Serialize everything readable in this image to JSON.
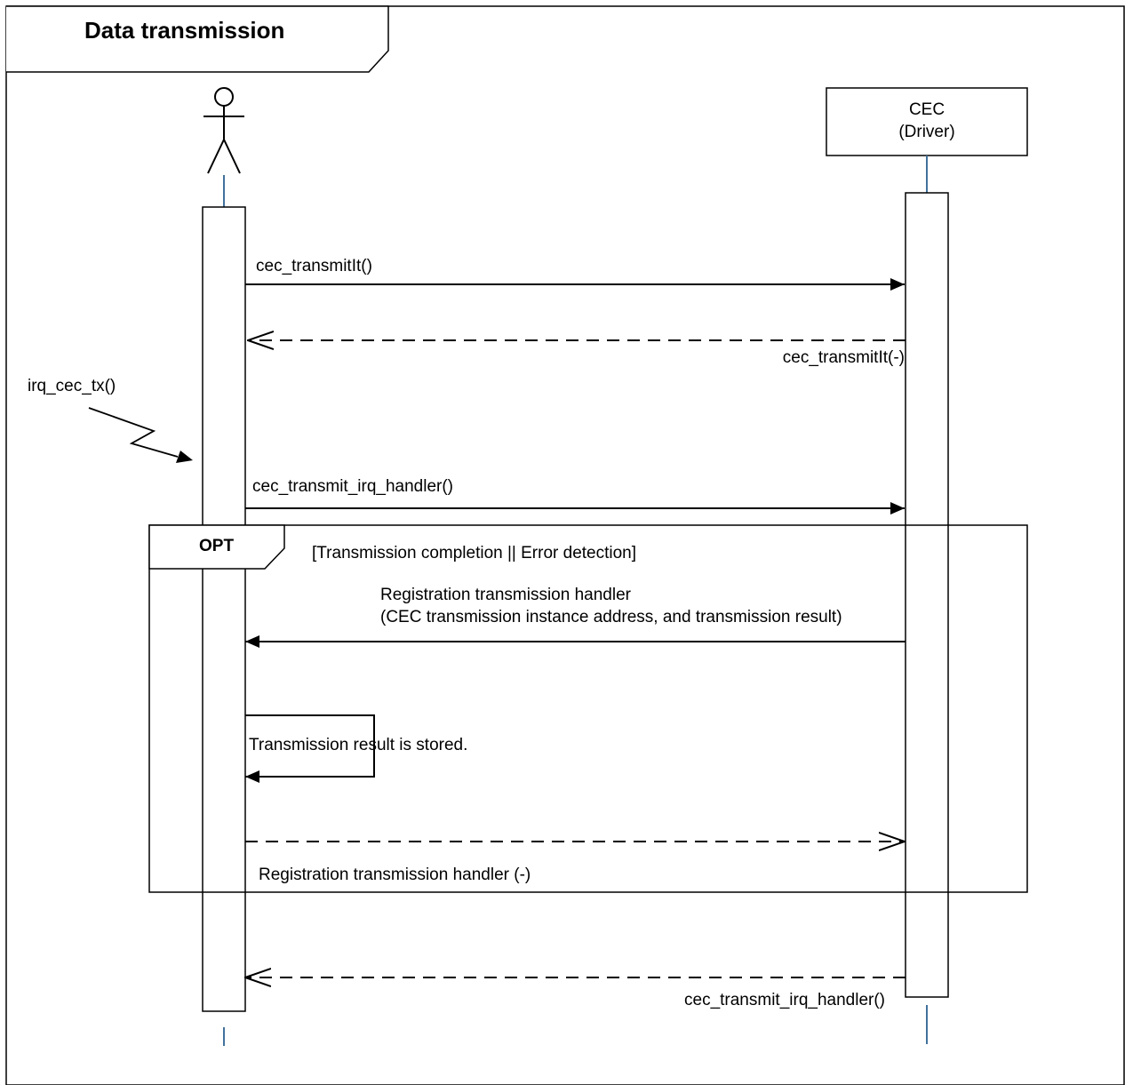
{
  "frame": {
    "title": "Data transmission"
  },
  "participants": {
    "actor": {
      "name": ""
    },
    "cec": {
      "name": "CEC",
      "subtitle": "(Driver)"
    }
  },
  "fragment": {
    "operator": "OPT",
    "guard": "[Transmission completion || Error detection]"
  },
  "external_event": "irq_cec_tx()",
  "messages": [
    {
      "label": "cec_transmitIt()",
      "from": "actor",
      "to": "cec",
      "kind": "sync-call"
    },
    {
      "label": "cec_transmitIt(-)",
      "from": "cec",
      "to": "actor",
      "kind": "return"
    },
    {
      "label": "cec_transmit_irq_handler()",
      "from": "actor",
      "to": "cec",
      "kind": "sync-call"
    },
    {
      "label_line1": "Registration transmission handler",
      "label_line2": "(CEC transmission instance address, and transmission result)",
      "from": "cec",
      "to": "actor",
      "kind": "sync-call"
    },
    {
      "label": "Transmission result is stored.",
      "from": "actor",
      "to": "actor",
      "kind": "self-call"
    },
    {
      "label": "Registration transmission handler (-)",
      "from": "actor",
      "to": "cec",
      "kind": "return"
    },
    {
      "label": "cec_transmit_irq_handler()",
      "from": "cec",
      "to": "actor",
      "kind": "return"
    }
  ],
  "colors": {
    "line": "#000000",
    "lifeline": "#41719c",
    "frame_border": "#000000",
    "box_fill": "#ffffff"
  }
}
